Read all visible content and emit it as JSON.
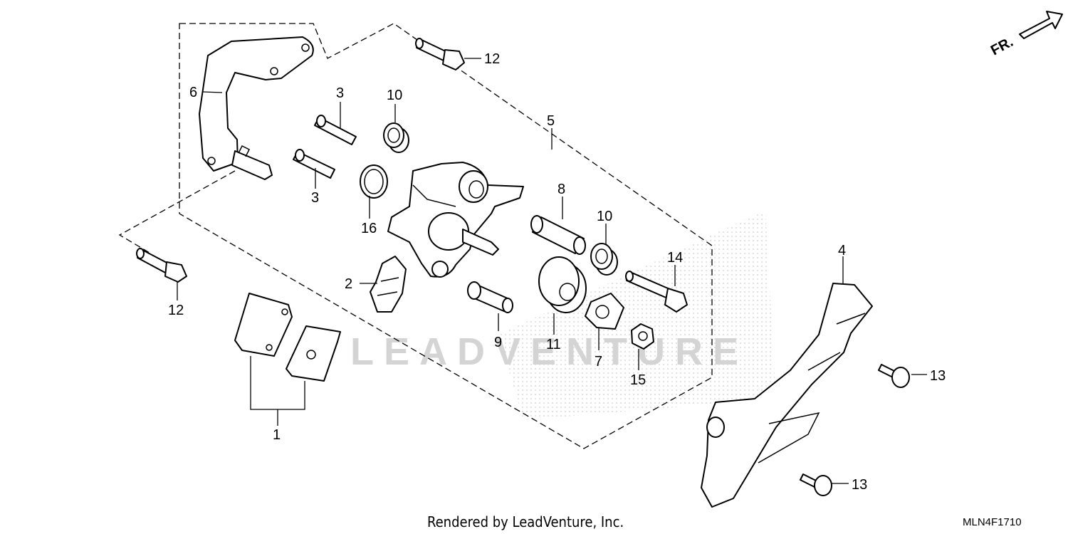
{
  "diagram": {
    "orientation_label": "FR.",
    "watermark_text": "LEADVENTURE",
    "footer_text": "Rendered by LeadVenture, Inc.",
    "diagram_code": "MLN4F1710",
    "callouts": [
      {
        "id": "c1",
        "label": "1"
      },
      {
        "id": "c2",
        "label": "2"
      },
      {
        "id": "c3a",
        "label": "3"
      },
      {
        "id": "c3b",
        "label": "3"
      },
      {
        "id": "c4",
        "label": "4"
      },
      {
        "id": "c5",
        "label": "5"
      },
      {
        "id": "c6",
        "label": "6"
      },
      {
        "id": "c7",
        "label": "7"
      },
      {
        "id": "c8",
        "label": "8"
      },
      {
        "id": "c9",
        "label": "9"
      },
      {
        "id": "c10a",
        "label": "10"
      },
      {
        "id": "c10b",
        "label": "10"
      },
      {
        "id": "c11",
        "label": "11"
      },
      {
        "id": "c12a",
        "label": "12"
      },
      {
        "id": "c12b",
        "label": "12"
      },
      {
        "id": "c13a",
        "label": "13"
      },
      {
        "id": "c13b",
        "label": "13"
      },
      {
        "id": "c14",
        "label": "14"
      },
      {
        "id": "c15",
        "label": "15"
      },
      {
        "id": "c16",
        "label": "16"
      }
    ]
  }
}
